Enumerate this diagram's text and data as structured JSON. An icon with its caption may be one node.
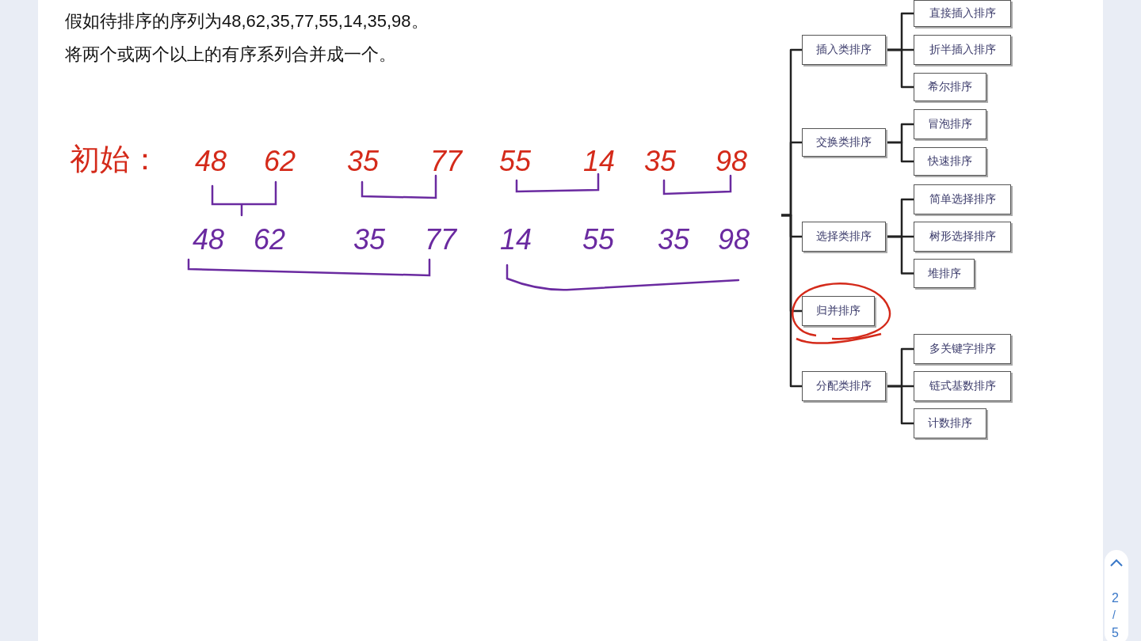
{
  "diagram": {
    "nodes": [
      {
        "text": [
          "插入类排序"
        ]
      },
      {
        "text": [
          "直接插入排序"
        ]
      },
      {
        "text": [
          "折半插入排序"
        ]
      },
      {
        "text": [
          "希尔排序"
        ]
      },
      {
        "text": [
          "交换类排序"
        ]
      },
      {
        "text": [
          "冒泡排序"
        ]
      },
      {
        "text": [
          "快速排序"
        ]
      },
      {
        "text": [
          "选择类排序"
        ]
      },
      {
        "text": [
          "简单选择排序"
        ]
      },
      {
        "text": [
          "树形选择排序"
        ]
      },
      {
        "text": [
          "堆排序"
        ]
      },
      {
        "text": [
          "归并排序"
        ]
      },
      {
        "text": [
          "分配类排序"
        ]
      },
      {
        "text": [
          "多关键字排序"
        ]
      },
      {
        "text": [
          "链式基数排序"
        ]
      },
      {
        "text": [
          "计数排序"
        ]
      }
    ],
    "edges": [
      {
        "from": null,
        "to": 0,
        "arrow": "none"
      },
      {
        "from": null,
        "to": 4,
        "arrow": "none"
      },
      {
        "from": null,
        "to": 7,
        "arrow": "none"
      },
      {
        "from": null,
        "to": 11,
        "arrow": "none"
      },
      {
        "from": null,
        "to": 12,
        "arrow": "none"
      },
      {
        "from": 0,
        "to": 1,
        "arrow": "none"
      },
      {
        "from": 0,
        "to": 2,
        "arrow": "none"
      },
      {
        "from": 0,
        "to": 3,
        "arrow": "none"
      },
      {
        "from": 4,
        "to": 5,
        "arrow": "none"
      },
      {
        "from": 4,
        "to": 6,
        "arrow": "none"
      },
      {
        "from": 7,
        "to": 8,
        "arrow": "none"
      },
      {
        "from": 7,
        "to": 9,
        "arrow": "none"
      },
      {
        "from": 7,
        "to": 10,
        "arrow": "none"
      },
      {
        "from": 12,
        "to": 13,
        "arrow": "none"
      },
      {
        "from": 12,
        "to": 14,
        "arrow": "none"
      },
      {
        "from": 12,
        "to": 15,
        "arrow": "none"
      }
    ],
    "labels": [
      "假如待排序的序列为48,62,35,77,55,14,35,98。",
      "将两个或两个以上的有序系列合并成一个。",
      "初始：",
      "48",
      "62",
      "35",
      "77",
      "55",
      "14",
      "35",
      "98",
      "48",
      "62",
      "35",
      "77",
      "14",
      "55",
      "35",
      "98",
      "2",
      "/",
      "5"
    ]
  }
}
